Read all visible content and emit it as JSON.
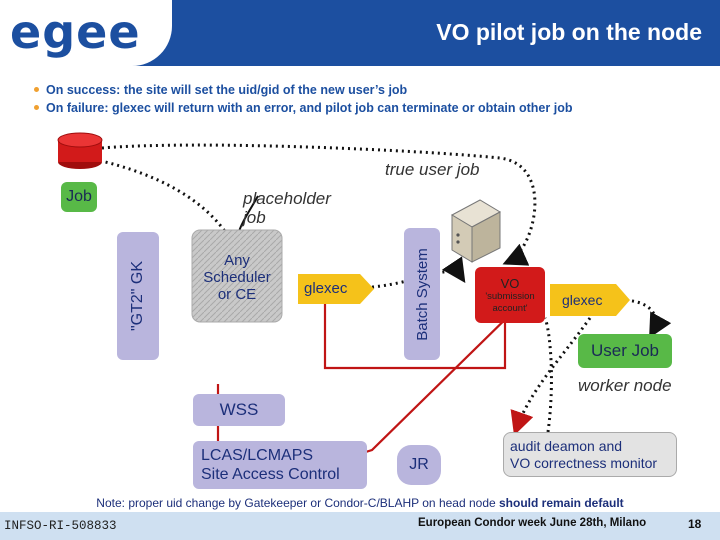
{
  "header": {
    "logo_text": "egee",
    "title": "VO pilot job on the node"
  },
  "bullets": [
    "On success: the site will set the uid/gid of the new user’s job",
    "On failure: glexec will return with an error, and pilot job can terminate or obtain other job"
  ],
  "diagram": {
    "job_label": "Job",
    "gk_label": "\"GT2\" GK",
    "placeholder_label": [
      "placeholder",
      "job"
    ],
    "true_user_job_label": "true user job",
    "scheduler_label": [
      "Any",
      "Scheduler",
      "or CE"
    ],
    "glexec_left_label": "glexec",
    "batch_label": "Batch System",
    "vo_label": [
      "VO",
      "'submission",
      "account'"
    ],
    "glexec_right_label": "glexec",
    "user_job_label": "User Job",
    "worker_node_label": "worker node",
    "wss_label": "WSS",
    "lcas_label": [
      "LCAS/LCMAPS",
      "Site Access Control"
    ],
    "jr_label": "JR",
    "audit_label": [
      "audit deamon and",
      "VO correctness monitor"
    ]
  },
  "footer": {
    "note_prefix": "Note: proper uid change by Gatekeeper or Condor-C/BLAHP on head node ",
    "note_bold": "should remain default",
    "left": "INFSO-RI-508833",
    "center": "European Condor week June 28th, Milano",
    "page": "18"
  },
  "colors": {
    "header_blue": "#1c4fa0",
    "lavender": "#b9b5dd",
    "green": "#58b947",
    "red": "#d21a1a",
    "yellow": "#f5c21a",
    "footer_bar": "#cfe0f1"
  }
}
